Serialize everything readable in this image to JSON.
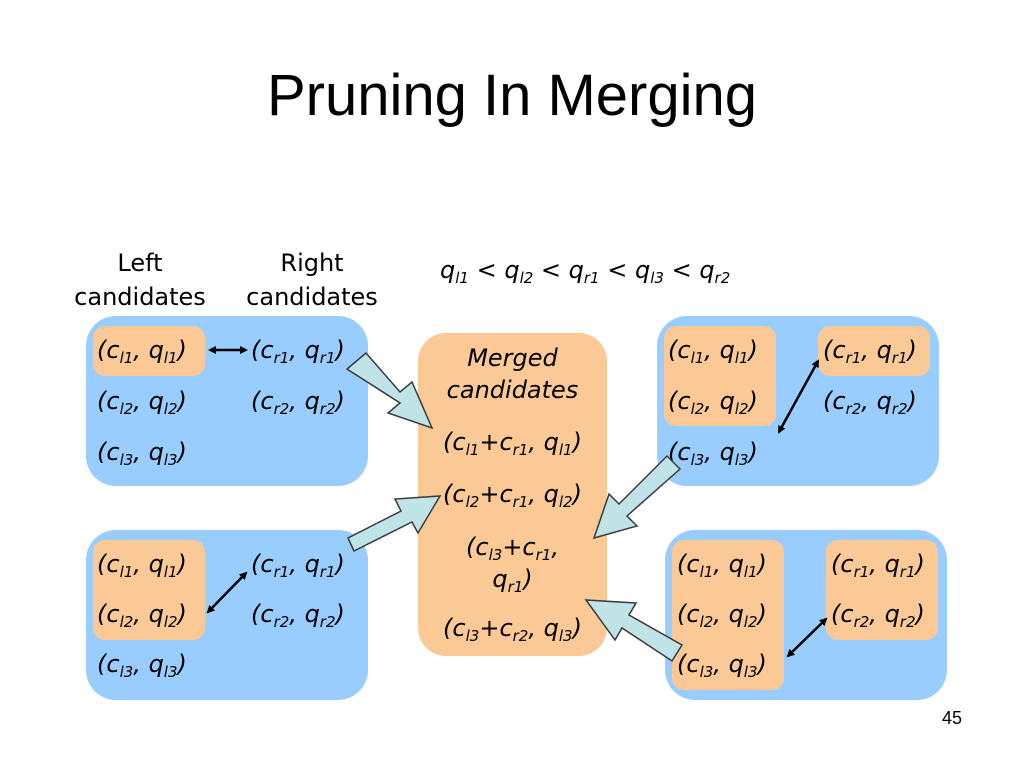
{
  "title": "Pruning In Merging",
  "headers": {
    "left_line1": "Left",
    "left_line2": "candidates",
    "right_line1": "Right",
    "right_line2": "candidates"
  },
  "order": {
    "q": "q",
    "sub1": "l1",
    "lt": " < ",
    "sub2": "l2",
    "sub3": "r1",
    "sub4": "l3",
    "sub5": "r2"
  },
  "pairs": {
    "l1": {
      "c": "c",
      "sub": "l1",
      "q": "q"
    },
    "l2": {
      "c": "c",
      "sub": "l2",
      "q": "q"
    },
    "l3": {
      "c": "c",
      "sub": "l3",
      "q": "q"
    },
    "r1": {
      "c": "c",
      "sub": "r1",
      "q": "q"
    },
    "r2": {
      "c": "c",
      "sub": "r2",
      "q": "q"
    }
  },
  "merged": {
    "heading1": "Merged",
    "heading2": "candidates",
    "items": [
      {
        "left": "l1",
        "right": "r1",
        "q": "l1"
      },
      {
        "left": "l2",
        "right": "r1",
        "q": "l2"
      },
      {
        "left": "l3",
        "right": "r1",
        "q": "r1"
      },
      {
        "left": "l3",
        "right": "r2",
        "q": "l3"
      }
    ]
  },
  "page_number": "45",
  "colors": {
    "box_blue": "#99ccff",
    "highlight_orange": "#fbc995",
    "arrow_fill": "#bfe3e6"
  }
}
